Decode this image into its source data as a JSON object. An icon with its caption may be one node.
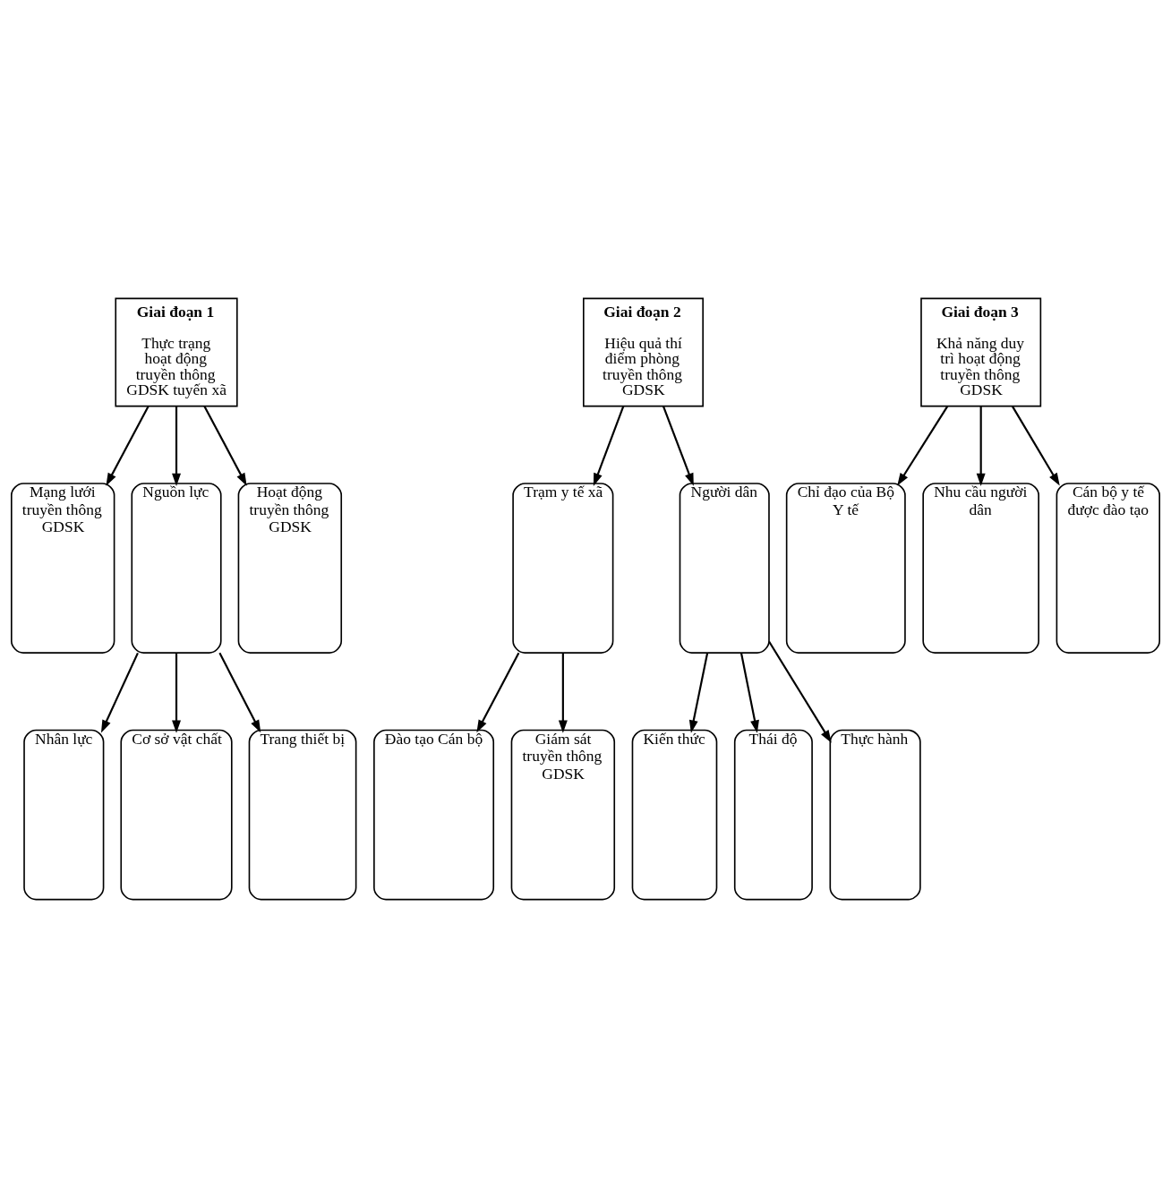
{
  "diagram": {
    "nodes": [
      {
        "text": [
          "Giai đoạn 1",
          "Thực trạng hoạt động truyền thông GDSK tuyến xã"
        ]
      },
      {
        "text": [
          "Giai đoạn 2",
          "Hiệu quả thí điểm phòng truyền thông GDSK"
        ]
      },
      {
        "text": [
          "Giai đoạn 3",
          "Khả năng duy trì hoạt động truyền thông GDSK"
        ]
      },
      {
        "text": [
          "Mạng lưới truyền thông GDSK"
        ]
      },
      {
        "text": [
          "Nguồn lực"
        ]
      },
      {
        "text": [
          "Hoạt động truyền thông GDSK"
        ]
      },
      {
        "text": [
          "Trạm y tế xã"
        ]
      },
      {
        "text": [
          "Người dân"
        ]
      },
      {
        "text": [
          "Chỉ đạo của Bộ Y tế"
        ]
      },
      {
        "text": [
          "Nhu cầu người dân"
        ]
      },
      {
        "text": [
          "Cán bộ y tế được đào tạo"
        ]
      },
      {
        "text": [
          "Nhân lực"
        ]
      },
      {
        "text": [
          "Cơ sở vật chất"
        ]
      },
      {
        "text": [
          "Trang thiết bị"
        ]
      },
      {
        "text": [
          "Đào tạo Cán bộ"
        ]
      },
      {
        "text": [
          "Giám sát truyền thông GDSK"
        ]
      },
      {
        "text": [
          "Kiến thức"
        ]
      },
      {
        "text": [
          "Thái độ"
        ]
      },
      {
        "text": [
          "Thực hành"
        ]
      }
    ],
    "edges": [
      {
        "from": 0,
        "to": 3,
        "arrow": "to"
      },
      {
        "from": 0,
        "to": 4,
        "arrow": "to"
      },
      {
        "from": 0,
        "to": 5,
        "arrow": "to"
      },
      {
        "from": 1,
        "to": 6,
        "arrow": "to"
      },
      {
        "from": 1,
        "to": 7,
        "arrow": "to"
      },
      {
        "from": 2,
        "to": 8,
        "arrow": "to"
      },
      {
        "from": 2,
        "to": 9,
        "arrow": "to"
      },
      {
        "from": 2,
        "to": 10,
        "arrow": "to"
      },
      {
        "from": 4,
        "to": 11,
        "arrow": "to"
      },
      {
        "from": 4,
        "to": 12,
        "arrow": "to"
      },
      {
        "from": 4,
        "to": 13,
        "arrow": "to"
      },
      {
        "from": 6,
        "to": 14,
        "arrow": "to"
      },
      {
        "from": 6,
        "to": 15,
        "arrow": "to"
      },
      {
        "from": 7,
        "to": 16,
        "arrow": "to"
      },
      {
        "from": 7,
        "to": 17,
        "arrow": "to"
      },
      {
        "from": 7,
        "to": 18,
        "arrow": "to"
      }
    ]
  }
}
